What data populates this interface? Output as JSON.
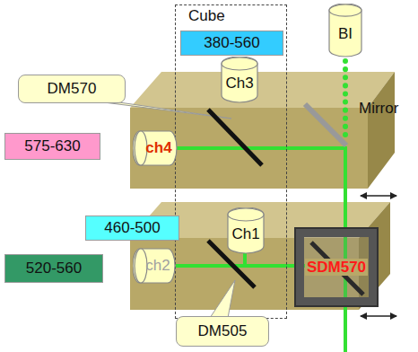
{
  "diagram": {
    "nodes": [
      {
        "text": [
          "Cube"
        ]
      },
      {
        "text": [
          "380-560"
        ],
        "in": 0
      },
      {
        "text": [
          "BI"
        ]
      },
      {
        "text": [
          "DM570"
        ]
      },
      {
        "text": [
          "Ch3"
        ],
        "in": 0
      },
      {
        "text": [
          "575-630"
        ]
      },
      {
        "text": [
          "ch4"
        ]
      },
      {
        "text": [
          "460-500"
        ]
      },
      {
        "text": [
          "Ch1"
        ],
        "in": 0
      },
      {
        "text": [
          "520-560"
        ]
      },
      {
        "text": [
          "ch2"
        ]
      },
      {
        "text": [
          "SDM570"
        ]
      },
      {
        "text": [
          "DM505"
        ]
      }
    ],
    "labels": [
      "Mirror"
    ]
  }
}
